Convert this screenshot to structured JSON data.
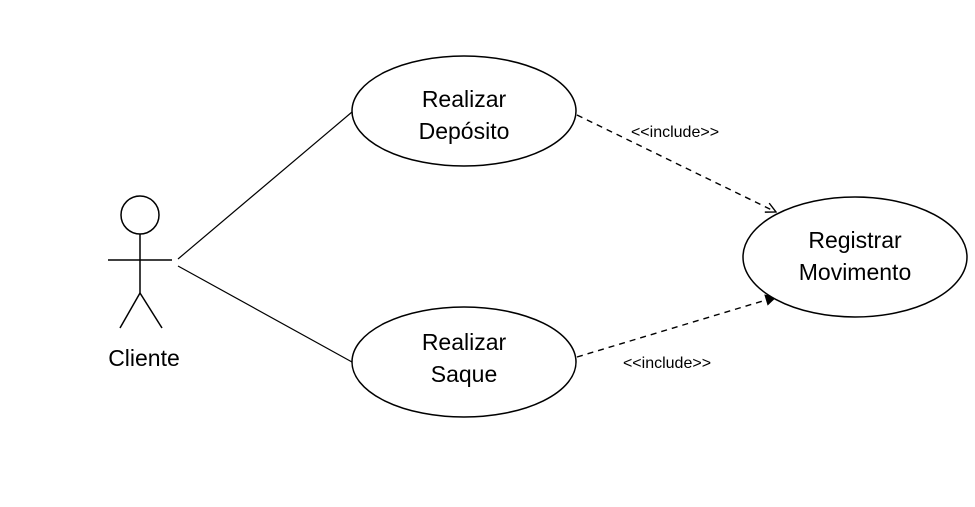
{
  "actor": {
    "name": "Cliente"
  },
  "use_cases": {
    "deposito": {
      "line1": "Realizar",
      "line2": "Depósito"
    },
    "saque": {
      "line1": "Realizar",
      "line2": "Saque"
    },
    "registrar": {
      "line1": "Registrar",
      "line2": "Movimento"
    }
  },
  "relations": {
    "include_top": "<<include>>",
    "include_bottom": "<<include>>"
  },
  "colors": {
    "stroke": "#000000",
    "background": "#ffffff"
  }
}
